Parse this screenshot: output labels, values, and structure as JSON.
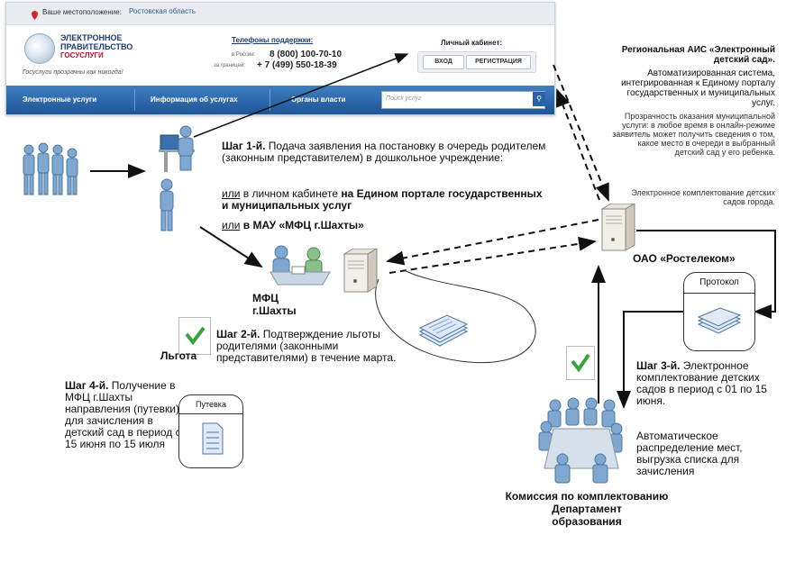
{
  "portal": {
    "location_label": "Ваше местоположение:",
    "location_value": "Ростовская область",
    "logo_line1": "ЭЛЕКТРОННОЕ",
    "logo_line2": "ПРАВИТЕЛЬСТВО",
    "logo_line3": "ГОСУСЛУГИ",
    "slogan": "Госуслуги прозрачны как никогда!",
    "phones_title": "Телефоны поддержки:",
    "phone1_label": "в России:",
    "phone1": "8 (800) 100-70-10",
    "phone2_label": "за границей:",
    "phone2": "+ 7 (499) 550-18-39",
    "cabinet_title": "Личный кабинет:",
    "login": "ВХОД",
    "register": "РЕГИСТРАЦИЯ",
    "nav": [
      "Электронные услуги",
      "Информация об услугах",
      "Органы власти"
    ],
    "search_placeholder": "Поиск услуг"
  },
  "step1": {
    "title": "Шаг 1-й.",
    "text": " Подача заявления на постановку в очередь родителем (законным представителем) в дошкольное учреждение:",
    "or1": "или",
    "or1_text": " в личном кабинете ",
    "or1_bold": "на Едином портале государственных и муниципальных услуг",
    "or2": "или",
    "or2_text": " в МАУ «МФЦ г.Шахты»"
  },
  "mfc_label": "МФЦ\nг.Шахты",
  "lgota_label": "Льгота",
  "step2": {
    "title": "Шаг 2-й.",
    "text": " Подтверждение льготы родителями (законными представителями) в течение марта."
  },
  "step4": {
    "title": "Шаг 4-й.",
    "text": " Получение в МФЦ г.Шахты направления (путевки) для зачисления в детский сад в период с 15 июня по 15 июля"
  },
  "putevka_label": "Путевка",
  "protocol_label": "Протокол",
  "rostelecom_label": "ОАО «Ростелеком»",
  "ais": {
    "title": "Региональная АИС «Электронный детский сад».",
    "desc": "Автоматизированная система, интегрированная к Единому порталу государственных и муниципальных услуг.",
    "p1": "Прозрачность оказания муниципальной услуги: в любое время в онлайн-режиме заявитель может получить сведения о том, какое место в очереди в выбранный детский сад у его ребенка.",
    "p2": "Электронное комплектование детских садов города."
  },
  "step3": {
    "title": "Шаг 3-й.",
    "text": " Электронное комплектование детских садов в период с 01 по 15 июня.",
    "text2": "Автоматическое распределение мест, выгрузка списка для зачисления"
  },
  "commission": {
    "line1": "Комиссия по комплектованию",
    "line2": "Департамент",
    "line3": "образования"
  },
  "colors": {
    "nav_blue": "#1e5597",
    "check_green": "#3aa23a",
    "person_blue": "#7fa7cf"
  }
}
